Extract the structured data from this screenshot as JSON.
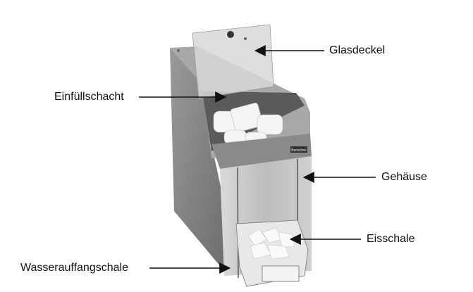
{
  "labels": {
    "glass_lid": "Glasdeckel",
    "filling_shaft": "Einfüllschacht",
    "housing": "Gehäuse",
    "ice_tray": "Eisschale",
    "water_tray": "Wasserauffangschale"
  },
  "brand_plate": "Bartscher"
}
